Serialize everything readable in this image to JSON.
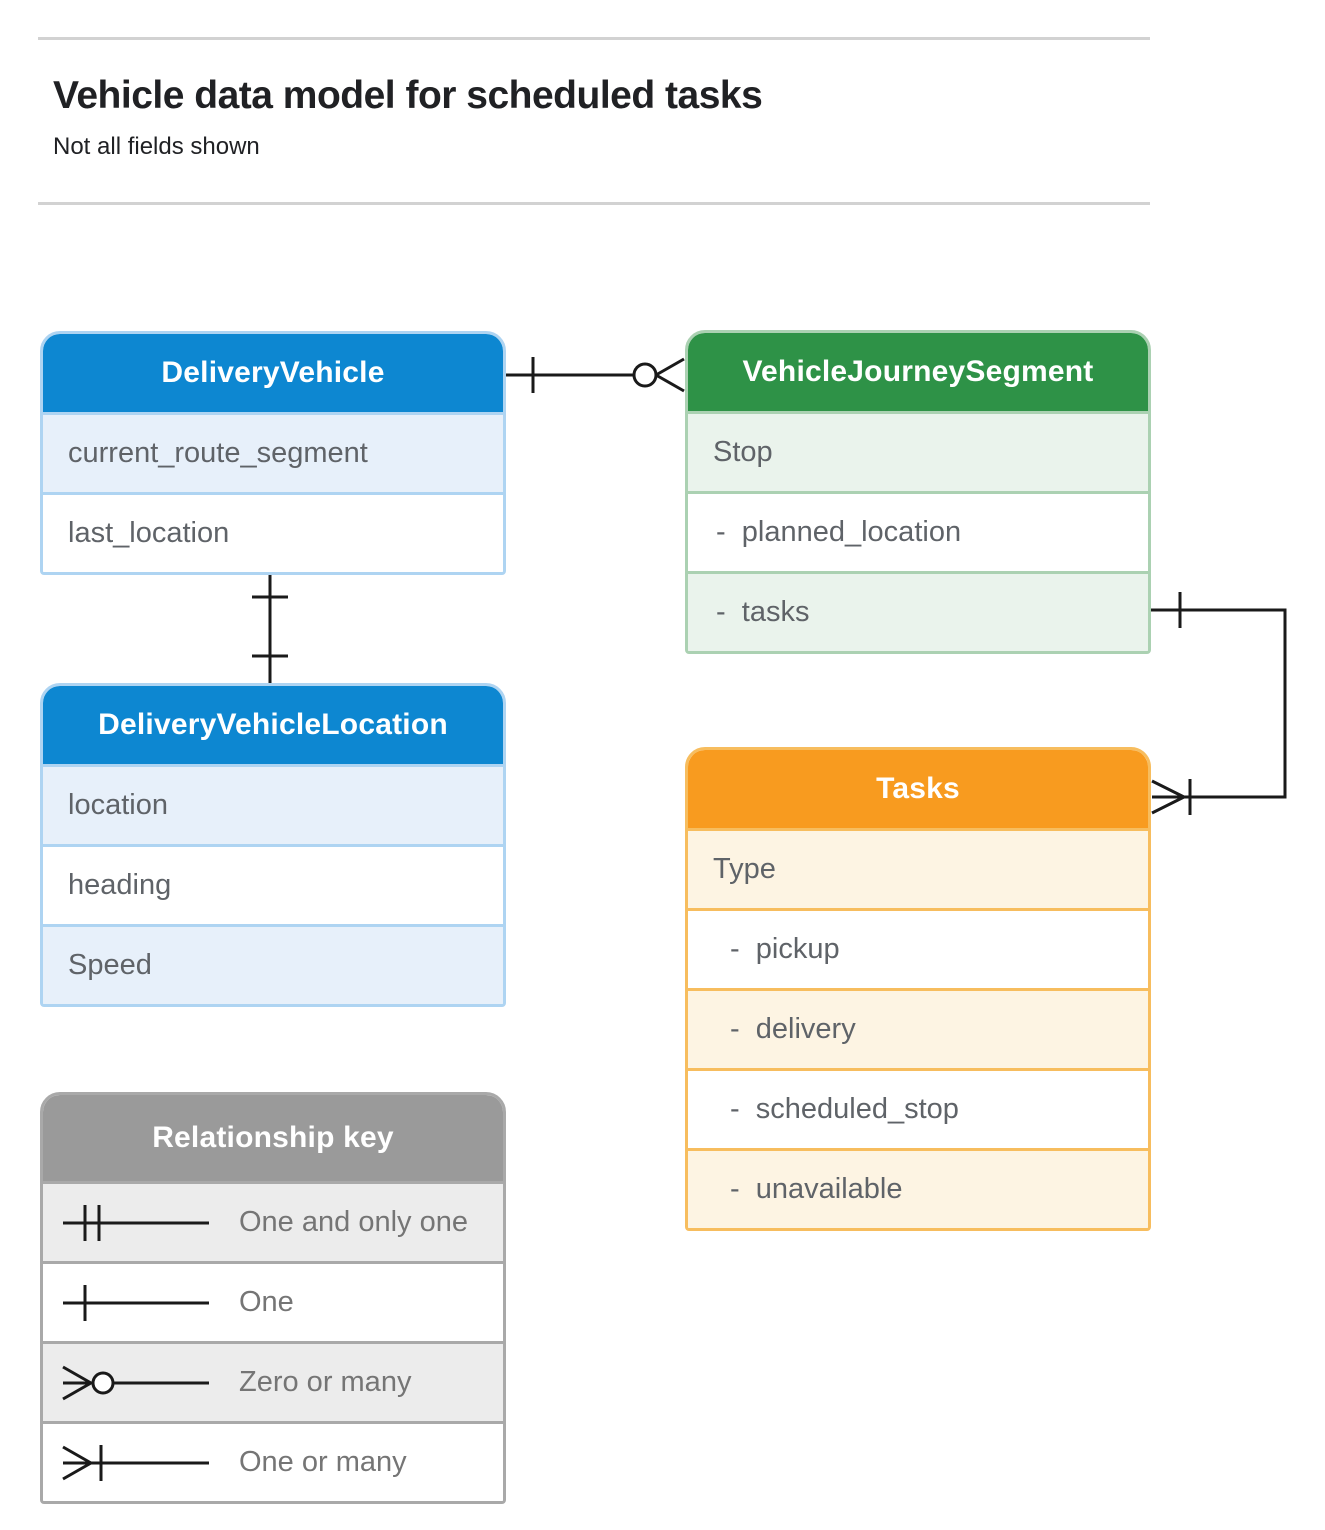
{
  "page": {
    "title": "Vehicle data model for scheduled tasks",
    "subtitle": "Not all fields shown"
  },
  "colors": {
    "blue-header": "#0d87d1",
    "blue-row": "#e7f0fa",
    "blue-border": "#aed4f2",
    "green-header": "#2e9247",
    "green-row": "#eaf3ec",
    "green-border": "#abd1b2",
    "orange-header": "#f89b1f",
    "orange-row": "#fdf4e3",
    "orange-border": "#f7bd5e",
    "gray-header": "#9a9a9a",
    "gray-row": "#ececec",
    "gray-border": "#a9a9a9",
    "row-text": "#5f6368",
    "key-text": "#757575",
    "title-text": "#202124",
    "line": "#1a1a1a"
  },
  "entities": {
    "delivery_vehicle": {
      "title": "DeliveryVehicle",
      "rows": [
        "current_route_segment",
        "last_location"
      ]
    },
    "vehicle_journey_segment": {
      "title": "VehicleJourneySegment",
      "rows": [
        "Stop",
        "-  planned_location",
        "-  tasks"
      ]
    },
    "delivery_vehicle_location": {
      "title": "DeliveryVehicleLocation",
      "rows": [
        "location",
        "heading",
        "Speed"
      ]
    },
    "tasks": {
      "title": "Tasks",
      "rows": [
        "Type",
        "-  pickup",
        "-  delivery",
        "-  scheduled_stop",
        "-  unavailable"
      ]
    }
  },
  "legend": {
    "title": "Relationship key",
    "items": [
      {
        "symbol": "one-and-only-one-symbol",
        "label": "One and only one"
      },
      {
        "symbol": "one-symbol",
        "label": "One"
      },
      {
        "symbol": "zero-or-many-symbol",
        "label": "Zero or many"
      },
      {
        "symbol": "one-or-many-symbol",
        "label": "One or many"
      }
    ]
  }
}
